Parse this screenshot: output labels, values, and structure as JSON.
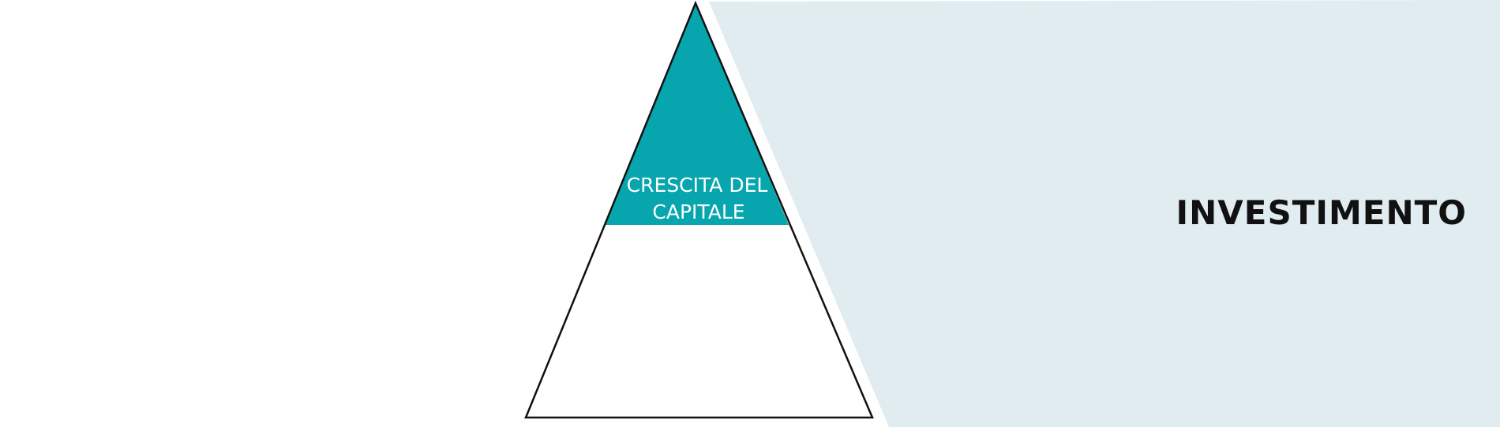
{
  "colors": {
    "band_background": "#e0ecf0",
    "pyramid_top_fill": "#07a6ae",
    "pyramid_outline": "#111111",
    "tier_label_text": "#ffffff",
    "section_title_text": "#111111"
  },
  "pyramid": {
    "top_tier": {
      "label_line_1": "CRESCITA DEL",
      "label_line_2": "CAPITALE"
    }
  },
  "section": {
    "title": "INVESTIMENTO"
  }
}
